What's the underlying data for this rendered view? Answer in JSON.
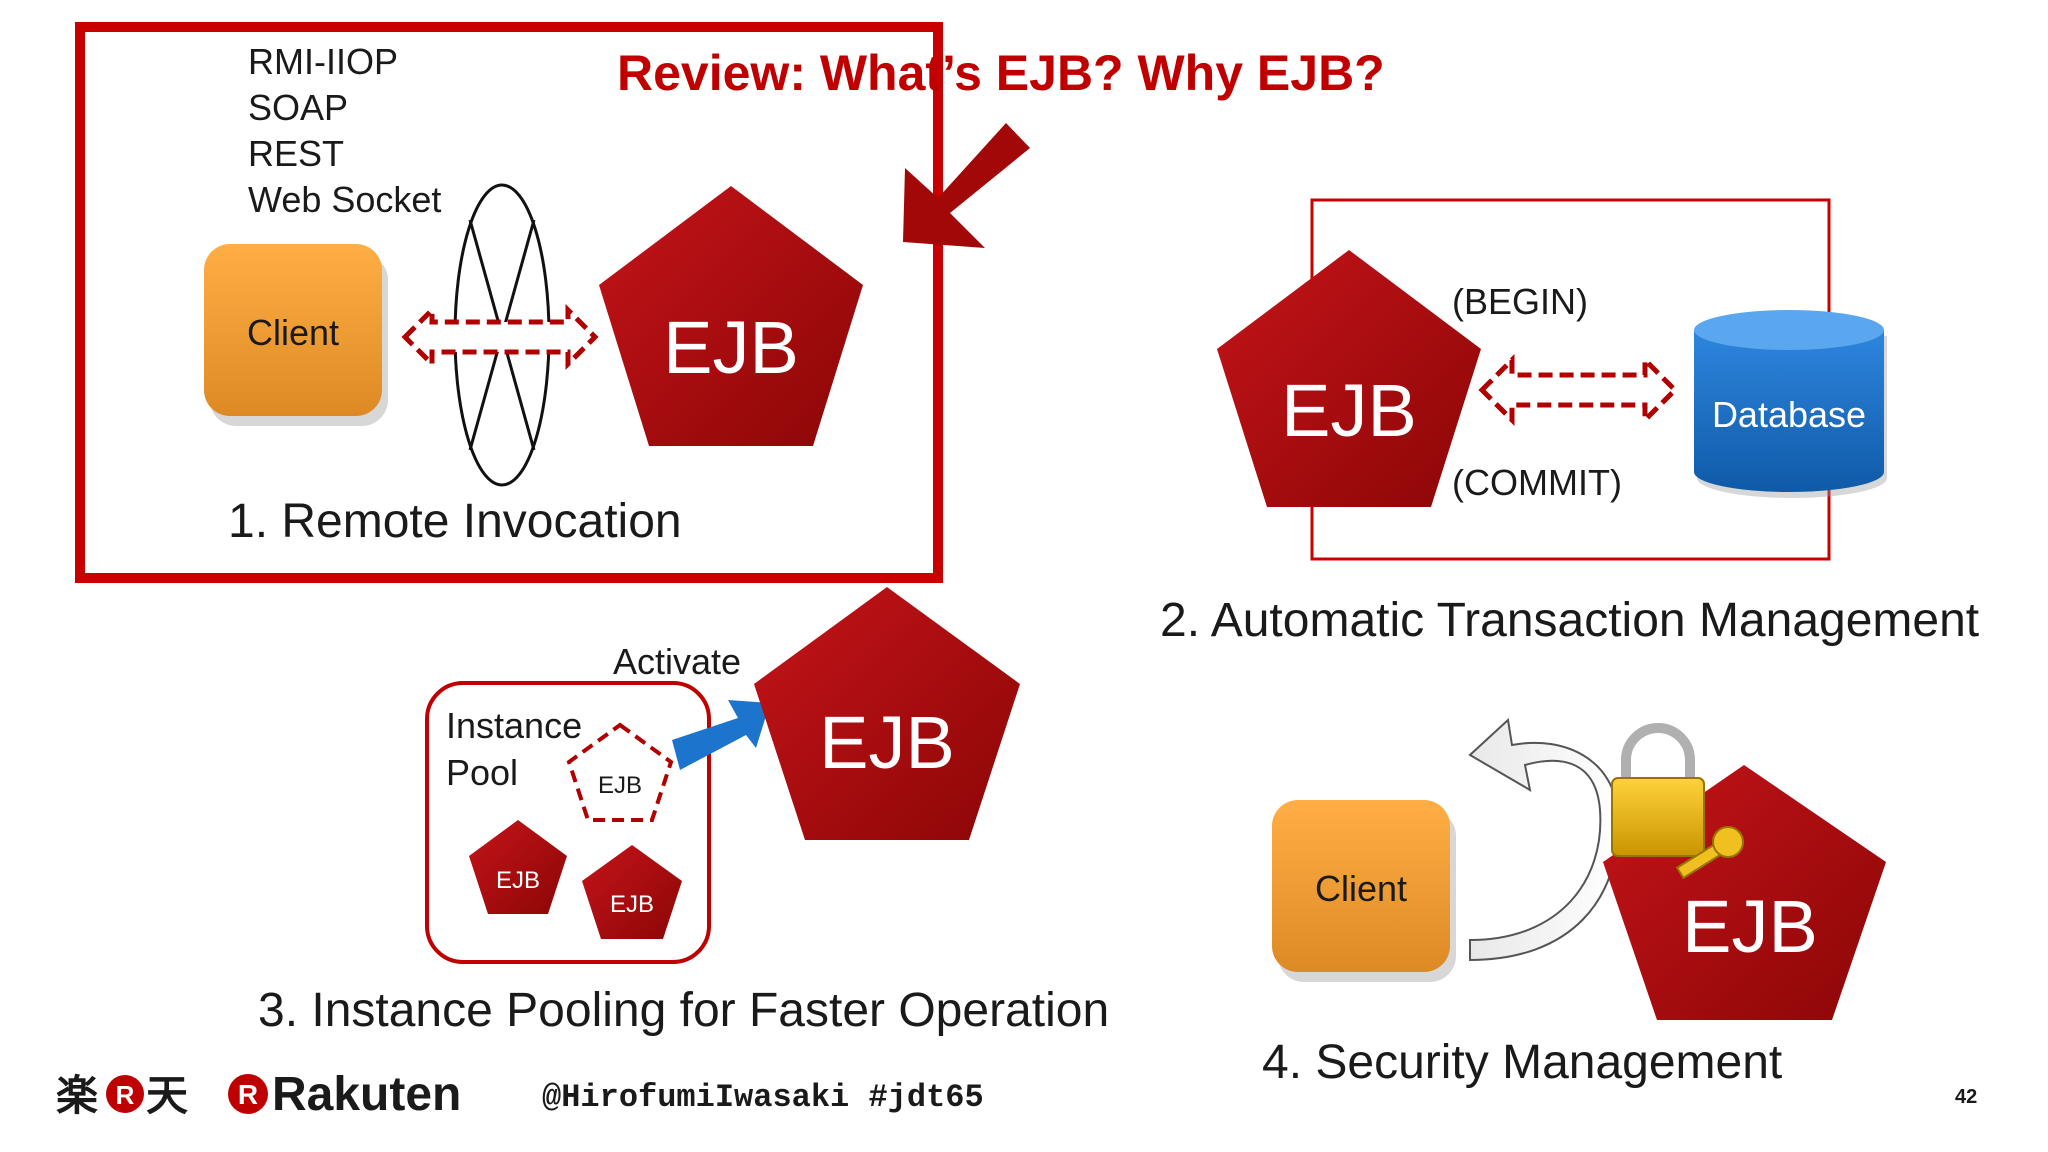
{
  "slide": {
    "title": "Review: What’s EJB? Why EJB?",
    "page_number": "42",
    "footer": {
      "logo_kanji": "楽天",
      "logo_r": "R",
      "logo_word": "Rakuten",
      "handle": "@HirofumiIwasaki #jdt65"
    }
  },
  "section1": {
    "caption": "1. Remote Invocation",
    "protocols": [
      "RMI-IIOP",
      "SOAP",
      "REST",
      "Web Socket"
    ],
    "client_label": "Client",
    "ejb_label": "EJB"
  },
  "section2": {
    "caption": "2. Automatic Transaction Management",
    "ejb_label": "EJB",
    "begin_label": "(BEGIN)",
    "commit_label": "(COMMIT)",
    "database_label": "Database"
  },
  "section3": {
    "caption": "3. Instance Pooling for Faster Operation",
    "pool_line1": "Instance",
    "pool_line2": "Pool",
    "activate_label": "Activate",
    "ejb_label": "EJB",
    "small_ejb_labels": [
      "EJB",
      "EJB",
      "EJB"
    ]
  },
  "section4": {
    "caption": "4. Security Management",
    "client_label": "Client",
    "ejb_label": "EJB"
  },
  "colors": {
    "ejb_red": "#a00a0a",
    "highlight_red": "#c80000",
    "client_orange": "#f29d35",
    "database_blue": "#1f72c9",
    "activate_arrow_blue": "#1d74cc",
    "lock_gold": "#e0b000"
  }
}
